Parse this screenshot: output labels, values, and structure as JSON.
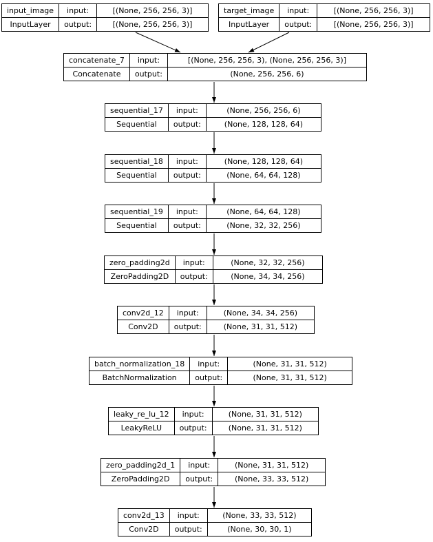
{
  "diagram": {
    "kind": "keras-model-architecture",
    "labels": {
      "input": "input:",
      "output": "output:"
    },
    "colors": {
      "border": "#000000",
      "background": "#ffffff",
      "text": "#000000",
      "edge": "#000000"
    },
    "nodes": [
      {
        "id": "input_image",
        "name": "input_image",
        "layer_type": "InputLayer",
        "input_shape": "[(None, 256, 256, 3)]",
        "output_shape": "[(None, 256, 256, 3)]"
      },
      {
        "id": "target_image",
        "name": "target_image",
        "layer_type": "InputLayer",
        "input_shape": "[(None, 256, 256, 3)]",
        "output_shape": "[(None, 256, 256, 3)]"
      },
      {
        "id": "concatenate_7",
        "name": "concatenate_7",
        "layer_type": "Concatenate",
        "input_shape": "[(None, 256, 256, 3), (None, 256, 256, 3)]",
        "output_shape": "(None, 256, 256, 6)"
      },
      {
        "id": "sequential_17",
        "name": "sequential_17",
        "layer_type": "Sequential",
        "input_shape": "(None, 256, 256, 6)",
        "output_shape": "(None, 128, 128, 64)"
      },
      {
        "id": "sequential_18",
        "name": "sequential_18",
        "layer_type": "Sequential",
        "input_shape": "(None, 128, 128, 64)",
        "output_shape": "(None, 64, 64, 128)"
      },
      {
        "id": "sequential_19",
        "name": "sequential_19",
        "layer_type": "Sequential",
        "input_shape": "(None, 64, 64, 128)",
        "output_shape": "(None, 32, 32, 256)"
      },
      {
        "id": "zero_padding2d",
        "name": "zero_padding2d",
        "layer_type": "ZeroPadding2D",
        "input_shape": "(None, 32, 32, 256)",
        "output_shape": "(None, 34, 34, 256)"
      },
      {
        "id": "conv2d_12",
        "name": "conv2d_12",
        "layer_type": "Conv2D",
        "input_shape": "(None, 34, 34, 256)",
        "output_shape": "(None, 31, 31, 512)"
      },
      {
        "id": "batch_normalization_18",
        "name": "batch_normalization_18",
        "layer_type": "BatchNormalization",
        "input_shape": "(None, 31, 31, 512)",
        "output_shape": "(None, 31, 31, 512)"
      },
      {
        "id": "leaky_re_lu_12",
        "name": "leaky_re_lu_12",
        "layer_type": "LeakyReLU",
        "input_shape": "(None, 31, 31, 512)",
        "output_shape": "(None, 31, 31, 512)"
      },
      {
        "id": "zero_padding2d_1",
        "name": "zero_padding2d_1",
        "layer_type": "ZeroPadding2D",
        "input_shape": "(None, 31, 31, 512)",
        "output_shape": "(None, 33, 33, 512)"
      },
      {
        "id": "conv2d_13",
        "name": "conv2d_13",
        "layer_type": "Conv2D",
        "input_shape": "(None, 33, 33, 512)",
        "output_shape": "(None, 30, 30, 1)"
      }
    ],
    "edges": [
      {
        "from": "input_image",
        "to": "concatenate_7"
      },
      {
        "from": "target_image",
        "to": "concatenate_7"
      },
      {
        "from": "concatenate_7",
        "to": "sequential_17"
      },
      {
        "from": "sequential_17",
        "to": "sequential_18"
      },
      {
        "from": "sequential_18",
        "to": "sequential_19"
      },
      {
        "from": "sequential_19",
        "to": "zero_padding2d"
      },
      {
        "from": "zero_padding2d",
        "to": "conv2d_12"
      },
      {
        "from": "conv2d_12",
        "to": "batch_normalization_18"
      },
      {
        "from": "batch_normalization_18",
        "to": "leaky_re_lu_12"
      },
      {
        "from": "leaky_re_lu_12",
        "to": "zero_padding2d_1"
      },
      {
        "from": "zero_padding2d_1",
        "to": "conv2d_13"
      }
    ]
  }
}
